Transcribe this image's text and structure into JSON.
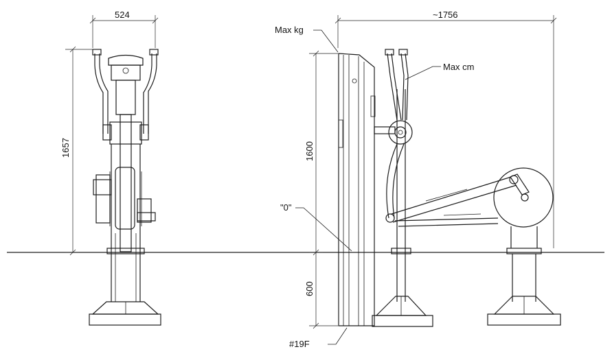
{
  "drawing": {
    "dim_width_front": "524",
    "dim_height_total": "1657",
    "dim_length": "~1756",
    "dim_above_ground": "1600",
    "dim_below_ground": "600",
    "label_max_kg": "Max kg",
    "label_max_cm": "Max cm",
    "label_zero": "\"0\"",
    "label_part": "#19F"
  }
}
